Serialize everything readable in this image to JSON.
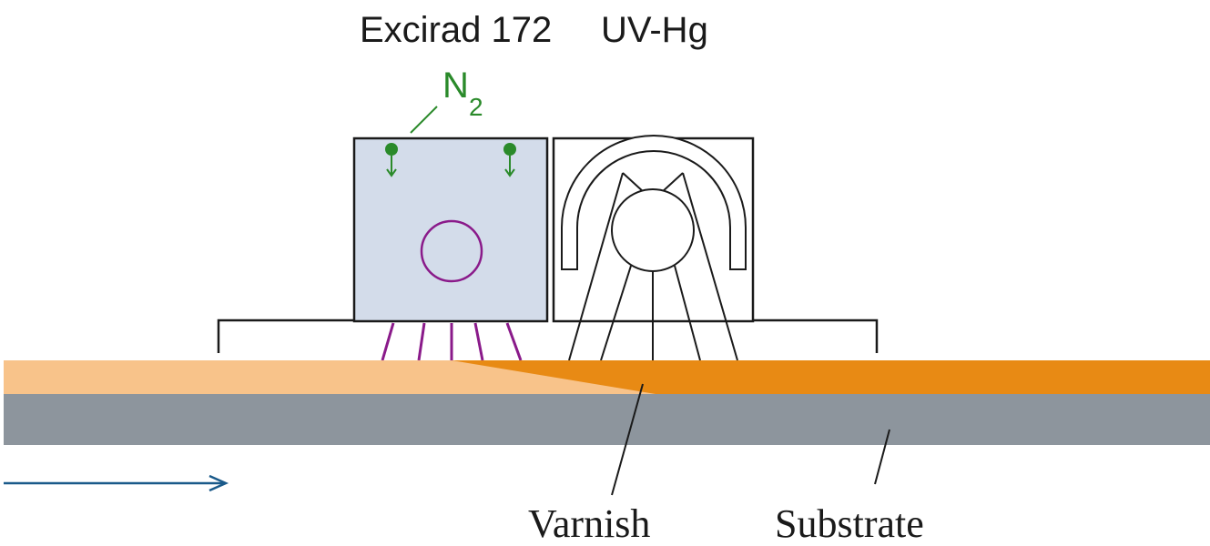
{
  "labels": {
    "excirad": "Excirad 172",
    "uvhg": "UV-Hg",
    "n2_main": "N",
    "n2_sub": "2",
    "varnish": "Varnish",
    "substrate": "Substrate"
  },
  "colors": {
    "excimer_fill": "#d3dcea",
    "uv_lamp": "#8a1a8a",
    "nitrogen": "#2a8a2a",
    "varnish_uncured": "#f8c38a",
    "varnish_cured": "#e88a14",
    "substrate": "#8d959d",
    "arrow": "#1a5a8a",
    "outline": "#1a1a1a"
  },
  "icons": {
    "direction": "arrow-right-icon",
    "nitrogen_inlet": "nitrogen-inlet-icon"
  }
}
